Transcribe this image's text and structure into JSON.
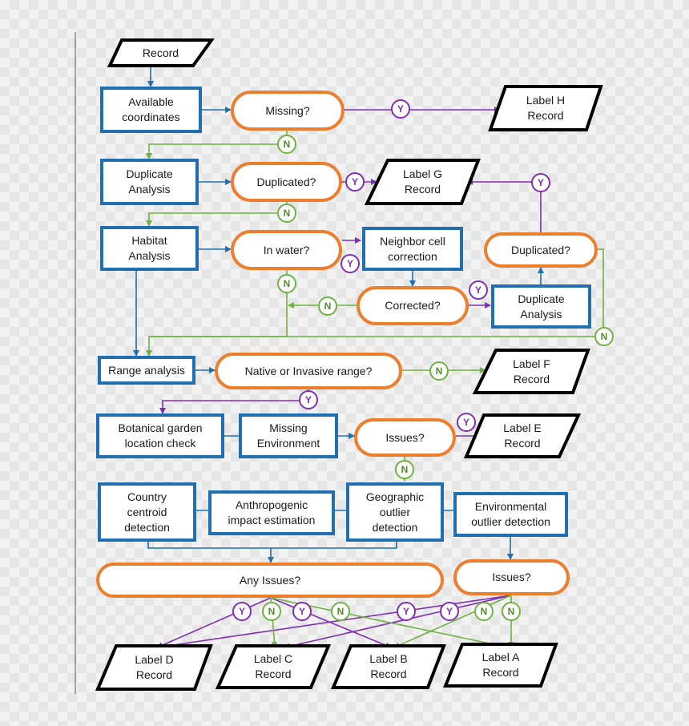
{
  "colors": {
    "process": "#1f6fb2",
    "decision": "#ec7e2e",
    "yes": "#7f2fb5",
    "no": "#6db33f",
    "io": "#000000"
  },
  "io": {
    "record": "Record",
    "label_h": [
      "Label H",
      "Record"
    ],
    "label_g": [
      "Label G",
      "Record"
    ],
    "label_f": [
      "Label F",
      "Record"
    ],
    "label_e": [
      "Label E",
      "Record"
    ],
    "label_d": [
      "Label D",
      "Record"
    ],
    "label_c": [
      "Label C",
      "Record"
    ],
    "label_b": [
      "Label B",
      "Record"
    ],
    "label_a": [
      "Label A",
      "Record"
    ]
  },
  "process": {
    "available_coordinates": [
      "Available",
      "coordinates"
    ],
    "duplicate_analysis_1": [
      "Duplicate",
      "Analysis"
    ],
    "habitat_analysis": [
      "Habitat",
      "Analysis"
    ],
    "neighbor_cell": [
      "Neighbor cell",
      "correction"
    ],
    "duplicate_analysis_2": [
      "Duplicate",
      "Analysis"
    ],
    "range_analysis": "Range analysis",
    "botanical_garden": [
      "Botanical garden",
      "location check"
    ],
    "missing_environment": [
      "Missing",
      "Environment"
    ],
    "country_centroid": [
      "Country",
      "centroid",
      "detection"
    ],
    "anthropogenic": [
      "Anthropogenic",
      "impact estimation"
    ],
    "geographic_outlier": [
      "Geographic",
      "outlier",
      "detection"
    ],
    "environmental_outlier": [
      "Environmental",
      "outlier detection"
    ]
  },
  "decision": {
    "missing": "Missing?",
    "duplicated_1": "Duplicated?",
    "in_water": "In water?",
    "corrected": "Corrected?",
    "duplicated_2": "Duplicated?",
    "native_invasive": "Native or Invasive range?",
    "issues_1": "Issues?",
    "any_issues": "Any Issues?",
    "issues_2": "Issues?"
  },
  "markers": {
    "yes": "Y",
    "no": "N"
  }
}
